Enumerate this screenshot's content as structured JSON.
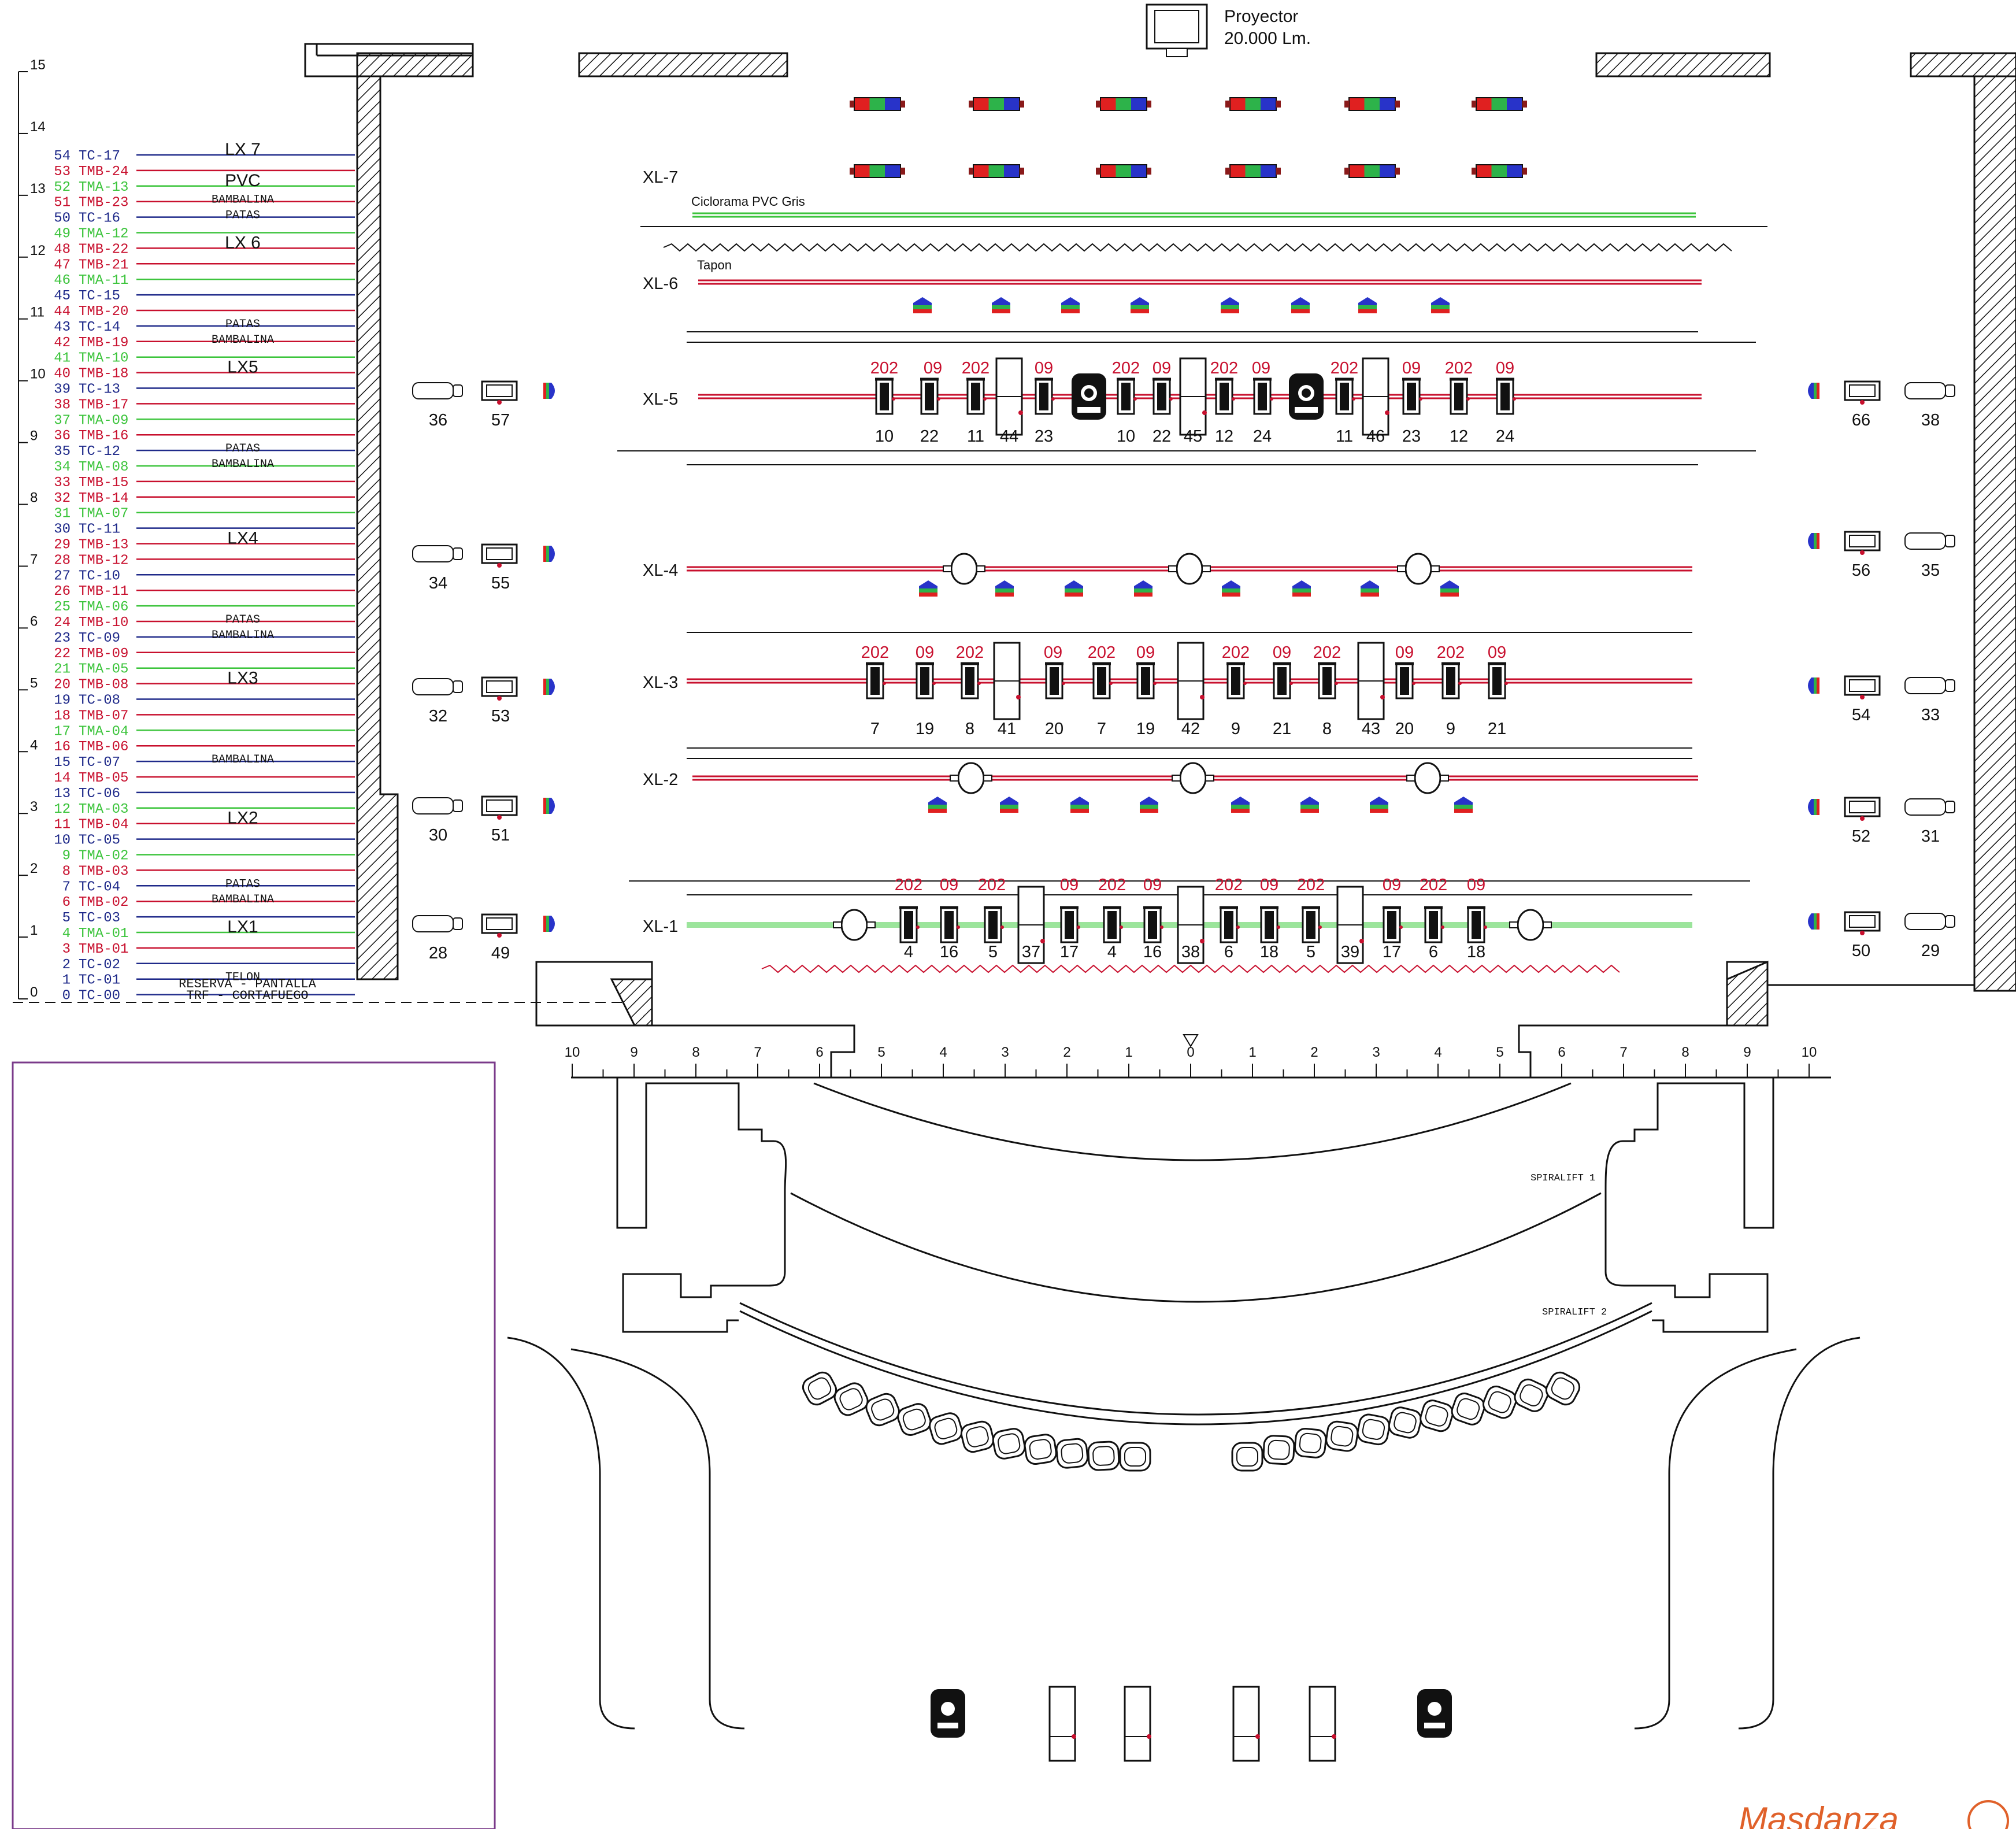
{
  "projector": {
    "line1": "Proyector",
    "line2": "20.000 Lm."
  },
  "legend": {
    "scale": [
      "15",
      "14",
      "13",
      "12",
      "11",
      "10",
      "9",
      "8",
      "7",
      "6",
      "5",
      "4",
      "3",
      "2",
      "1",
      "0"
    ],
    "rows": [
      {
        "n": "54",
        "code": "TC-17",
        "c": "blue"
      },
      {
        "n": "53",
        "code": "TMB-24",
        "c": "red"
      },
      {
        "n": "52",
        "code": "TMA-13",
        "c": "green"
      },
      {
        "n": "51",
        "code": "TMB-23",
        "c": "red"
      },
      {
        "n": "50",
        "code": "TC-16",
        "c": "blue"
      },
      {
        "n": "49",
        "code": "TMA-12",
        "c": "green"
      },
      {
        "n": "48",
        "code": "TMB-22",
        "c": "red"
      },
      {
        "n": "47",
        "code": "TMB-21",
        "c": "red"
      },
      {
        "n": "46",
        "code": "TMA-11",
        "c": "green"
      },
      {
        "n": "45",
        "code": "TC-15",
        "c": "blue"
      },
      {
        "n": "44",
        "code": "TMB-20",
        "c": "red"
      },
      {
        "n": "43",
        "code": "TC-14",
        "c": "blue"
      },
      {
        "n": "42",
        "code": "TMB-19",
        "c": "red"
      },
      {
        "n": "41",
        "code": "TMA-10",
        "c": "green"
      },
      {
        "n": "40",
        "code": "TMB-18",
        "c": "red"
      },
      {
        "n": "39",
        "code": "TC-13",
        "c": "blue"
      },
      {
        "n": "38",
        "code": "TMB-17",
        "c": "red"
      },
      {
        "n": "37",
        "code": "TMA-09",
        "c": "green"
      },
      {
        "n": "36",
        "code": "TMB-16",
        "c": "red"
      },
      {
        "n": "35",
        "code": "TC-12",
        "c": "blue"
      },
      {
        "n": "34",
        "code": "TMA-08",
        "c": "green"
      },
      {
        "n": "33",
        "code": "TMB-15",
        "c": "red"
      },
      {
        "n": "32",
        "code": "TMB-14",
        "c": "red"
      },
      {
        "n": "31",
        "code": "TMA-07",
        "c": "green"
      },
      {
        "n": "30",
        "code": "TC-11",
        "c": "blue"
      },
      {
        "n": "29",
        "code": "TMB-13",
        "c": "red"
      },
      {
        "n": "28",
        "code": "TMB-12",
        "c": "red"
      },
      {
        "n": "27",
        "code": "TC-10",
        "c": "blue"
      },
      {
        "n": "26",
        "code": "TMB-11",
        "c": "red"
      },
      {
        "n": "25",
        "code": "TMA-06",
        "c": "green"
      },
      {
        "n": "24",
        "code": "TMB-10",
        "c": "red"
      },
      {
        "n": "23",
        "code": "TC-09",
        "c": "blue"
      },
      {
        "n": "22",
        "code": "TMB-09",
        "c": "red"
      },
      {
        "n": "21",
        "code": "TMA-05",
        "c": "green"
      },
      {
        "n": "20",
        "code": "TMB-08",
        "c": "red"
      },
      {
        "n": "19",
        "code": "TC-08",
        "c": "blue"
      },
      {
        "n": "18",
        "code": "TMB-07",
        "c": "red"
      },
      {
        "n": "17",
        "code": "TMA-04",
        "c": "green"
      },
      {
        "n": "16",
        "code": "TMB-06",
        "c": "red"
      },
      {
        "n": "15",
        "code": "TC-07",
        "c": "blue"
      },
      {
        "n": "14",
        "code": "TMB-05",
        "c": "red"
      },
      {
        "n": "13",
        "code": "TC-06",
        "c": "blue"
      },
      {
        "n": "12",
        "code": "TMA-03",
        "c": "green"
      },
      {
        "n": "11",
        "code": "TMB-04",
        "c": "red"
      },
      {
        "n": "10",
        "code": "TC-05",
        "c": "blue"
      },
      {
        "n": "9",
        "code": "TMA-02",
        "c": "green"
      },
      {
        "n": "8",
        "code": "TMB-03",
        "c": "red"
      },
      {
        "n": "7",
        "code": "TC-04",
        "c": "blue"
      },
      {
        "n": "6",
        "code": "TMB-02",
        "c": "red"
      },
      {
        "n": "5",
        "code": "TC-03",
        "c": "blue"
      },
      {
        "n": "4",
        "code": "TMA-01",
        "c": "green"
      },
      {
        "n": "3",
        "code": "TMB-01",
        "c": "red"
      },
      {
        "n": "2",
        "code": "TC-02",
        "c": "blue"
      },
      {
        "n": "1",
        "code": "TC-01",
        "c": "blue"
      },
      {
        "n": "0",
        "code": "TC-00",
        "c": "blue"
      }
    ],
    "names": [
      {
        "text": "LX 7",
        "row": 0,
        "big": true
      },
      {
        "text": "PVC",
        "row": 2,
        "big": true
      },
      {
        "text": "BAMBALINA",
        "row": 3,
        "big": false
      },
      {
        "text": "PATAS",
        "row": 4,
        "big": false
      },
      {
        "text": "LX 6",
        "row": 6,
        "big": true
      },
      {
        "text": "PATAS",
        "row": 11,
        "big": false
      },
      {
        "text": "BAMBALINA",
        "row": 12,
        "big": false
      },
      {
        "text": "LX5",
        "row": 14,
        "big": true
      },
      {
        "text": "PATAS",
        "row": 19,
        "big": false
      },
      {
        "text": "BAMBALINA",
        "row": 20,
        "big": false
      },
      {
        "text": "LX4",
        "row": 25,
        "big": true
      },
      {
        "text": "PATAS",
        "row": 30,
        "big": false
      },
      {
        "text": "BAMBALINA",
        "row": 31,
        "big": false
      },
      {
        "text": "LX3",
        "row": 34,
        "big": true
      },
      {
        "text": "BAMBALINA",
        "row": 39,
        "big": false
      },
      {
        "text": "LX2",
        "row": 43,
        "big": true
      },
      {
        "text": "PATAS",
        "row": 47,
        "big": false
      },
      {
        "text": "BAMBALINA",
        "row": 48,
        "big": false
      },
      {
        "text": "LX1",
        "row": 50,
        "big": true
      },
      {
        "text": "TELON",
        "row": 53,
        "big": false
      }
    ],
    "footer1": "RESERVA - PANTALLA",
    "footer2": "TRF - CORTAFUEGO"
  },
  "bars": [
    {
      "id": "XL-7",
      "label": "XL-7",
      "note": "Ciclorama PVC Gris"
    },
    {
      "id": "XL-6",
      "label": "XL-6",
      "note": "Tapon"
    },
    {
      "id": "XL-5",
      "label": "XL-5",
      "note": ""
    },
    {
      "id": "XL-4",
      "label": "XL-4",
      "note": ""
    },
    {
      "id": "XL-3",
      "label": "XL-3",
      "note": ""
    },
    {
      "id": "XL-2",
      "label": "XL-2",
      "note": ""
    },
    {
      "id": "XL-1",
      "label": "XL-1",
      "note": ""
    }
  ],
  "rig": {
    "xl5": {
      "top": [
        "202",
        "09",
        "202",
        "09",
        "202",
        "09",
        "202",
        "09",
        "202",
        "09",
        "202",
        "09"
      ],
      "bottom": [
        "10",
        "22",
        "11",
        "44",
        "23",
        "10",
        "22",
        "45",
        "12",
        "24",
        "11",
        "46",
        "23",
        "12",
        "24"
      ]
    },
    "xl3": {
      "top": [
        "202",
        "09",
        "202",
        "09",
        "202",
        "09",
        "202",
        "09",
        "202",
        "09",
        "202",
        "09"
      ],
      "bottom": [
        "7",
        "19",
        "8",
        "41",
        "20",
        "7",
        "19",
        "42",
        "9",
        "21",
        "8",
        "43",
        "20",
        "9",
        "21"
      ]
    },
    "xl1": {
      "top": [
        "202",
        "09",
        "202",
        "09",
        "202",
        "09",
        "202",
        "09",
        "202",
        "09",
        "202",
        "09"
      ],
      "bottom": [
        "4",
        "16",
        "5",
        "37",
        "17",
        "4",
        "16",
        "38",
        "6",
        "18",
        "5",
        "39",
        "17",
        "6",
        "18"
      ]
    }
  },
  "side_units": {
    "left": [
      {
        "a": "36",
        "b": "57"
      },
      {
        "a": "34",
        "b": "55"
      },
      {
        "a": "32",
        "b": "53"
      },
      {
        "a": "30",
        "b": "51"
      },
      {
        "a": "28",
        "b": "49"
      }
    ],
    "right": [
      {
        "a": "66",
        "b": "38"
      },
      {
        "a": "56",
        "b": "35"
      },
      {
        "a": "54",
        "b": "33"
      },
      {
        "a": "52",
        "b": "31"
      },
      {
        "a": "50",
        "b": "29"
      }
    ]
  },
  "ruler": [
    "10",
    "9",
    "8",
    "7",
    "6",
    "5",
    "4",
    "3",
    "2",
    "1",
    "0",
    "1",
    "2",
    "3",
    "4",
    "5",
    "6",
    "7",
    "8",
    "9",
    "10"
  ],
  "spiralift": {
    "one": "SPIRALIFT 1",
    "two": "SPIRALIFT 2"
  },
  "watermark": "Masdanza",
  "colors": {
    "red": "#c8102e",
    "blue": "#1f2a8a",
    "green": "#3cc43c",
    "pipe": "#c8102e",
    "wave": "#c8102e",
    "black": "#111111"
  }
}
